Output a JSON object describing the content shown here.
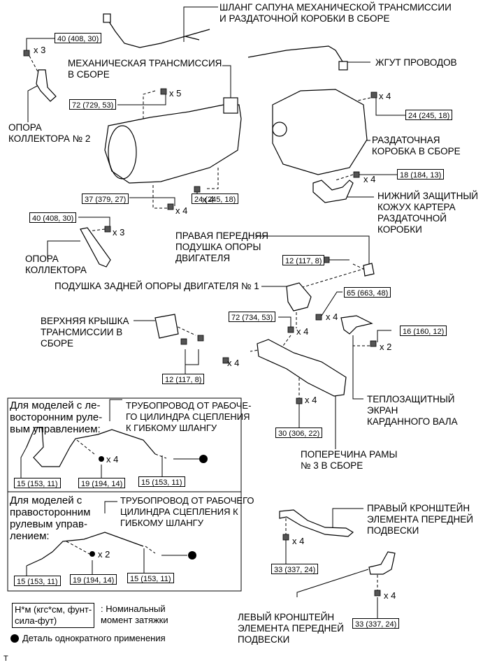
{
  "labels": {
    "breather_hose": "ШЛАНГ САПУНА МЕХАНИЧЕСКОЙ ТРАНСМИССИИ\nИ РАЗДАТОЧНОЙ КОРОБКИ В СБОРЕ",
    "manual_transmission": "МЕХАНИЧЕСКАЯ ТРАНСМИССИЯ\nВ СБОРЕ",
    "wire_harness": "ЖГУТ ПРОВОДОВ",
    "manifold_stay_2": "ОПОРА\nКОЛЛЕКТОРА № 2",
    "transfer_assy": "РАЗДАТОЧНАЯ\nКОРОБКА В СБОРЕ",
    "transfer_case_lower_protector": "НИЖНИЙ ЗАЩИТНЫЙ\nКОЖУХ КАРТЕРА\nРАЗДАТОЧНОЙ\nКОРОБКИ",
    "manifold_stay": "ОПОРА\nКОЛЛЕКТОРА",
    "front_engine_mount_rh": "ПРАВАЯ ПЕРЕДНЯЯ\nПОДУШКА ОПОРЫ\nДВИГАТЕЛЯ",
    "rear_engine_mount_1": "ПОДУШКА ЗАДНЕЙ ОПОРЫ ДВИГАТЕЛЯ № 1",
    "transmission_upper_cover": "ВЕРХНЯЯ КРЫШКА\nТРАНСМИССИИ В\nСБОРЕ",
    "propeller_shaft_heat_insulator": "ТЕПЛОЗАЩИТНЫЙ\nЭКРАН\nКАРДАННОГО ВАЛА",
    "frame_crossmember_3": "ПОПЕРЕЧИНА РАМЫ\n№ 3 В СБОРЕ",
    "front_suspension_bracket_rh": "ПРАВЫЙ КРОНШТЕЙН\nЭЛЕМЕНТА ПЕРЕДНЕЙ\nПОДВЕСКИ",
    "front_suspension_bracket_lh": "ЛЕВЫЙ КРОНШТЕЙН\nЭЛЕМЕНТА ПЕРЕДНЕЙ\nПОДВЕСКИ"
  },
  "torques": {
    "t_manifold_stay2": "40 (408, 30)",
    "t_transmission_top": "72 (729, 53)",
    "t_transfer": "24 (245, 18)",
    "t_protector": "18 (184, 13)",
    "t_trans_lower_left": "37 (379, 27)",
    "t_trans_lower_right": "24 (245, 18)",
    "t_manifold_stay": "40 (408, 30)",
    "t_front_mount": "12 (117, 8)",
    "t_rear_mount": "65 (663, 48)",
    "t_crossmember_nut": "72 (734, 53)",
    "t_heat_insulator": "16 (160, 12)",
    "t_upper_cover": "12 (117, 8)",
    "t_crossmember_bolt": "30 (306, 22)",
    "t_bracket_rh": "33 (337, 24)",
    "t_bracket_lh": "33 (337, 24)"
  },
  "quantities": {
    "q_manifold_stay2": "x 3",
    "q_transmission_top": "x 5",
    "q_transfer": "x 4",
    "q_protector": "x 4",
    "q_trans_lower_left": "x 4",
    "q_trans_lower_right": "x 4",
    "q_manifold_stay": "x 3",
    "q_rear_mount": "x 4",
    "q_crossmember_nut": "x 4",
    "q_crossmember_side": "x 4",
    "q_heat_insulator": "x 2",
    "q_crossmember_bolt": "x 4",
    "q_bracket_rh": "x 4",
    "q_bracket_lh": "x 4"
  },
  "lhd_box": {
    "title": "Для моделей с ле-\nвосторонним руле-\nвым управлением:",
    "pipe_label": "ТРУБОПРОВОД ОТ РАБОЧЕ-\nГО ЦИЛИНДРА СЦЕПЛЕНИЯ\nК ГИБКОМУ ШЛАНГУ",
    "torque_left": "15 (153, 11)",
    "torque_mid": "19 (194, 14)",
    "torque_right": "15 (153, 11)",
    "qty": "x 4"
  },
  "rhd_box": {
    "title": "Для моделей с\nправосторонним\nрулевым управ-\nлением:",
    "pipe_label": "ТРУБОПРОВОД ОТ РАБОЧЕГО\nЦИЛИНДРА СЦЕПЛЕНИЯ К\nГИБКОМУ ШЛАНГУ",
    "torque_left": "15 (153, 11)",
    "torque_mid": "19 (194, 14)",
    "torque_right": "15 (153, 11)",
    "qty": "x 2"
  },
  "legend": {
    "unit_box": "Н*м (кгс*см, фунт-\nсила-фут)",
    "unit_desc": ": Номинальный\nмомент затяжки",
    "non_reusable": "Деталь однократного применения"
  },
  "footer_mark": "T"
}
